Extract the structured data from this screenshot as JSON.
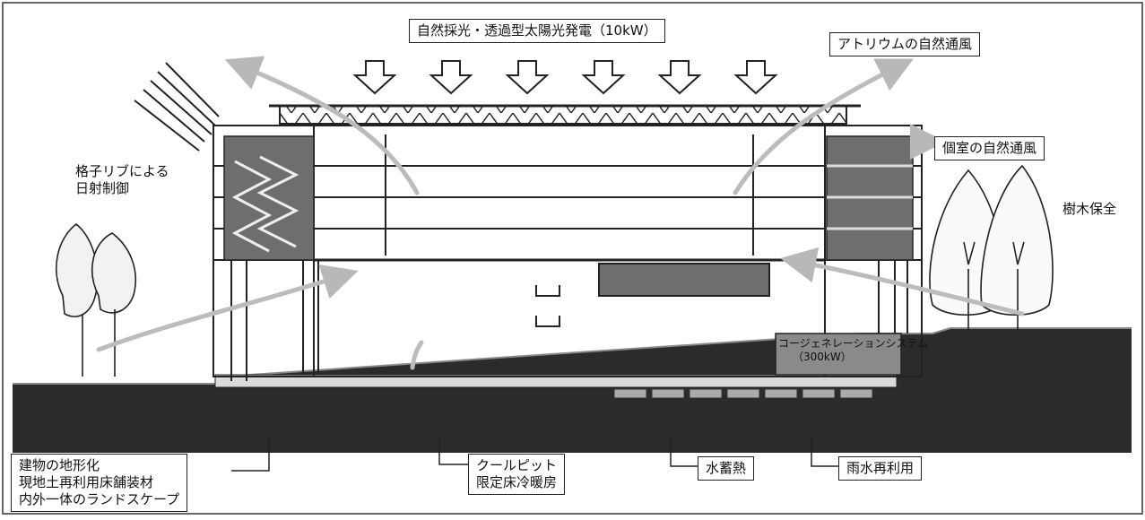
{
  "labels": {
    "daylight": "自然採光・透過型太陽光発電（10kW）",
    "atrium_vent": "アトリウムの自然通風",
    "room_vent": "個室の自然通風",
    "trees": "樹木保全",
    "louver": [
      "格子リブによる",
      "日射制御"
    ],
    "cogen": [
      "コージェネレーションシステム",
      "（300kW）"
    ],
    "terrain": [
      "建物の地形化",
      "現地土再利用床舗装材",
      "内外一体のランドスケープ"
    ],
    "coolpit": [
      "クールピット",
      "限定床冷暖房"
    ],
    "water_storage": "水蓄熱",
    "rainwater": "雨水再利用"
  },
  "colors": {
    "line": "#222222",
    "ground": "#2a2a2a",
    "airflow": "#bdbdbd",
    "dark_panel": "#6e6e6e"
  }
}
